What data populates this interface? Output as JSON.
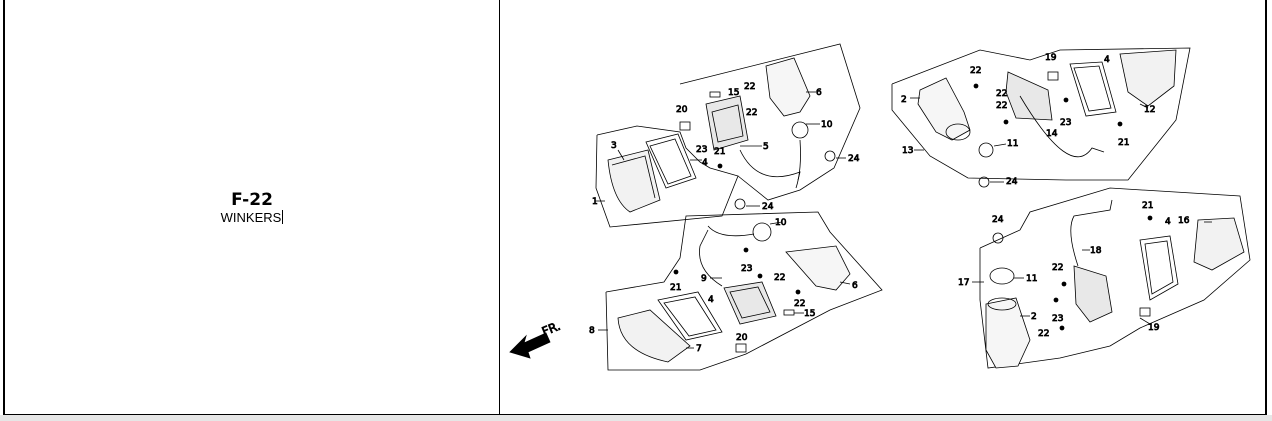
{
  "figure": {
    "code": "F-22",
    "name": "WINKERS"
  },
  "direction_label": "FR.",
  "callouts": [
    "1",
    "2",
    "3",
    "4",
    "5",
    "6",
    "7",
    "8",
    "9",
    "10",
    "11",
    "12",
    "13",
    "14",
    "15",
    "16",
    "17",
    "18",
    "19",
    "20",
    "21",
    "22",
    "23",
    "24"
  ]
}
